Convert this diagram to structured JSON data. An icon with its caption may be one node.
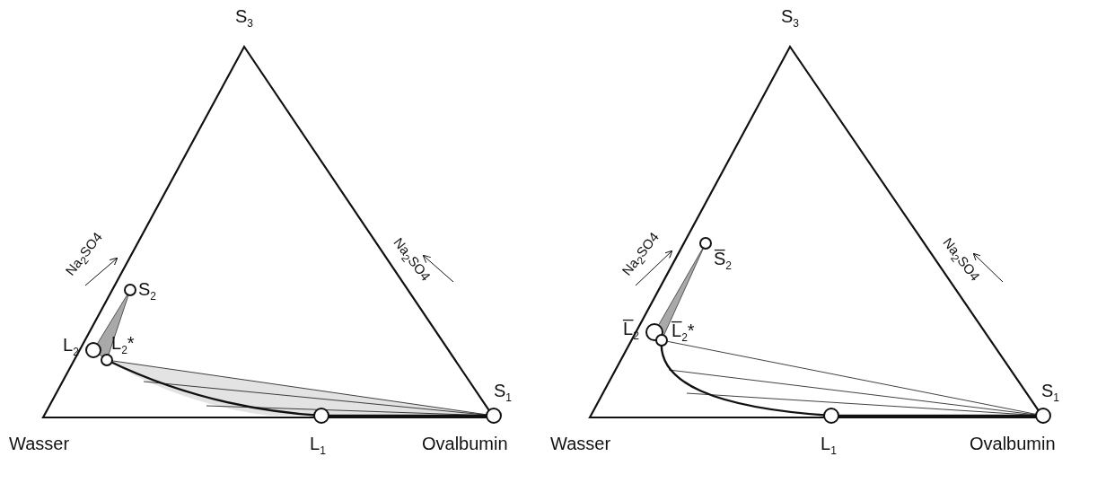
{
  "diagram": {
    "labels": [
      "S$_{3}$",
      "Na$_{2}$SO4",
      "Na$_{2}$SO4",
      "S$_{2}$",
      "L$_{2}$",
      "L$_{2}$*",
      "S$_{1}$",
      "Wasser",
      "L$_{1}$",
      "Ovalbumin",
      "S$_{3}$",
      "Na$_{2}$SO4",
      "S̅$_{2}$",
      "Na$_{2}$SO4",
      "L̅$_{2}$",
      "L̅$_{2}$*",
      "S$_{1}$",
      "Wasser",
      "L$_{1}$",
      "Ovalbumin"
    ]
  }
}
